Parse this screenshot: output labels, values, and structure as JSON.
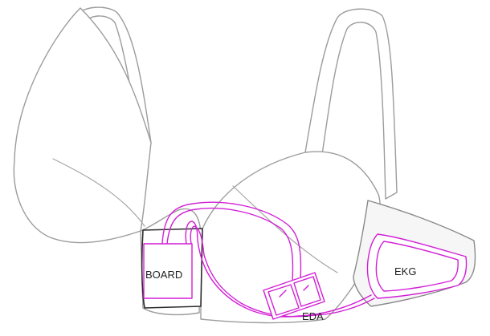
{
  "diagram": {
    "labels": {
      "board": "BOARD",
      "eda": "EDA",
      "ekg": "EKG"
    },
    "colors": {
      "outline": "#9c9c9c",
      "frame": "#2b2b2b",
      "conductive": "#d21fd6"
    }
  }
}
